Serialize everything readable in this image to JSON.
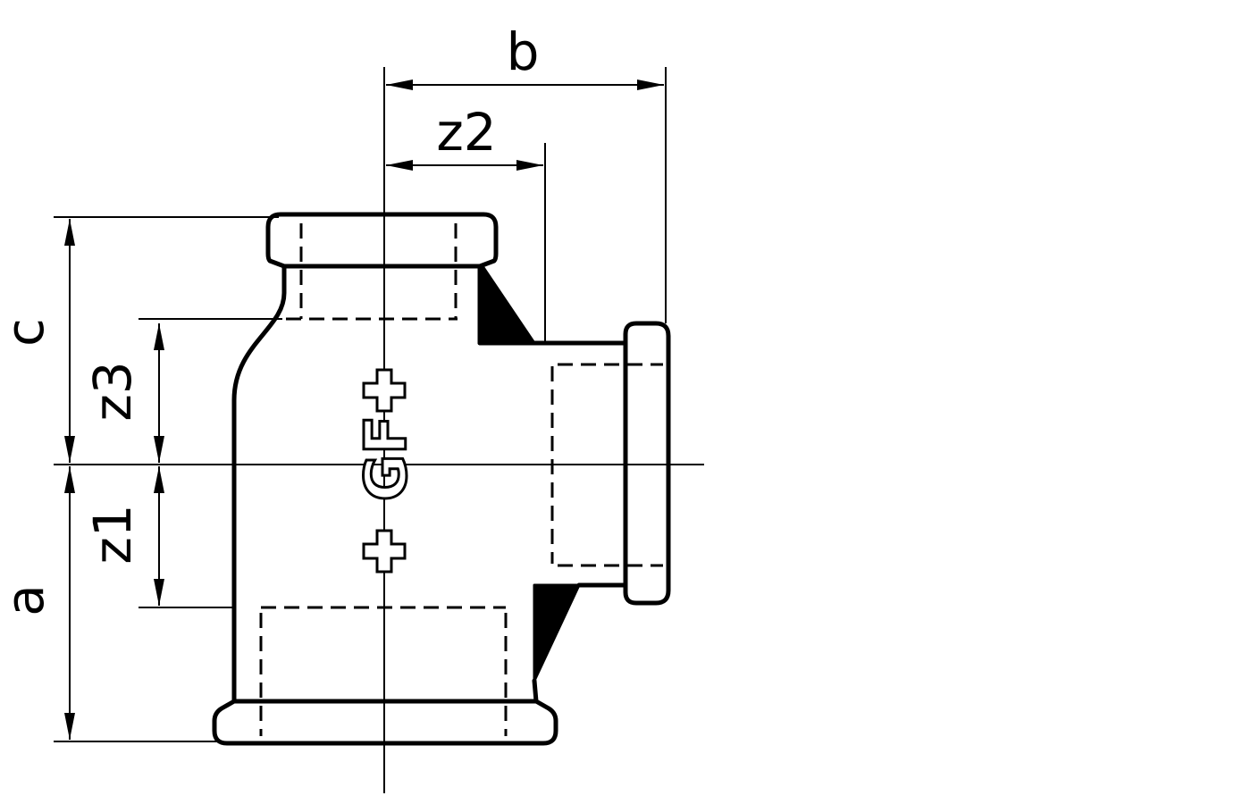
{
  "drawing": {
    "labels": {
      "b": "b",
      "z2": "z2",
      "c": "c",
      "z3": "z3",
      "z1": "z1",
      "a": "a"
    },
    "logo": {
      "letters": "GF",
      "mark": "+GF+"
    },
    "colors": {
      "line": "#000000",
      "background": "#ffffff"
    }
  }
}
